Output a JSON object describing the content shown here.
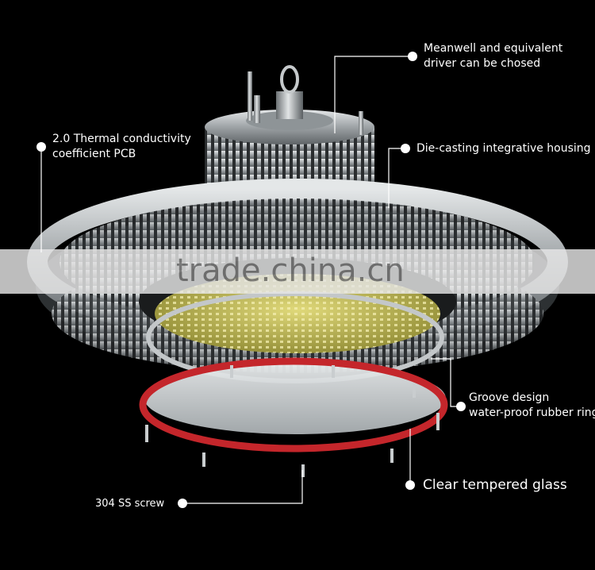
{
  "labels": {
    "driver": [
      "Meanwell and equivalent",
      "driver can be chosed"
    ],
    "pcb": [
      "2.0  Thermal conductivity",
      "coefficient PCB"
    ],
    "housing": "Die-casting integrative housing",
    "groove": [
      "Groove design",
      "water-proof rubber ring"
    ],
    "glass": "Clear  tempered glass",
    "screw": "304 SS screw"
  },
  "watermark": "trade.china.cn",
  "colors": {
    "background": "#000000",
    "label_text": "#ffffff",
    "leader_line": "#ffffff",
    "housing_metal": "#b8bdbf",
    "pcb_yellow": "#c9c25a",
    "rubber_ring": "#c4262b",
    "glass": "#cfd4d6",
    "watermark_band": "#e6e6e6"
  }
}
